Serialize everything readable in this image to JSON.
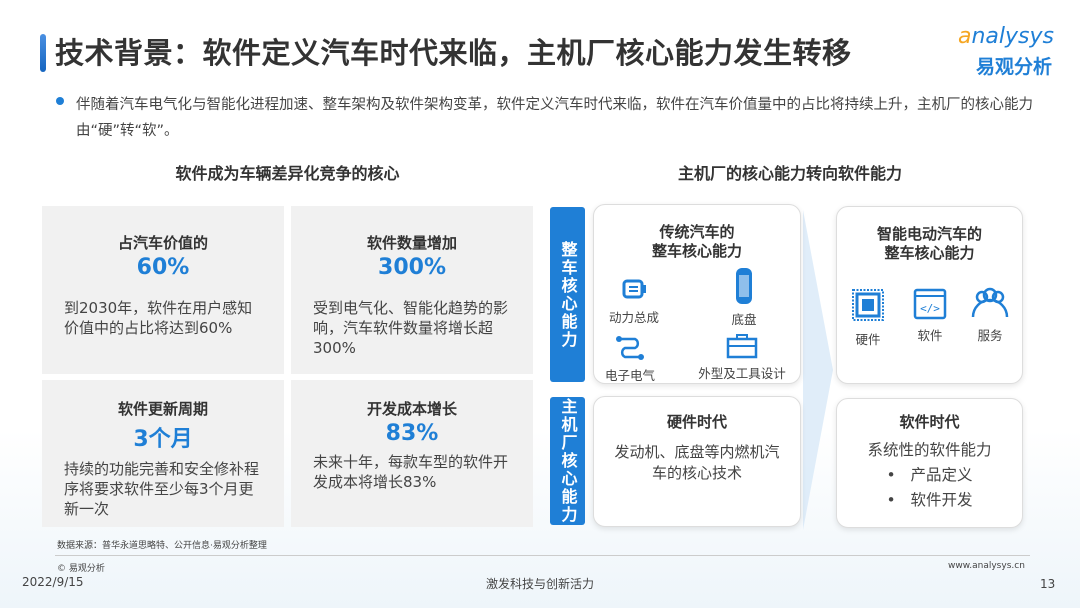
{
  "header": {
    "title": "技术背景：软件定义汽车时代来临，主机厂核心能力发生转移",
    "logo_en": "nalysys",
    "logo_en_prefix": "a",
    "logo_cn": "易观分析"
  },
  "intro": "伴随着汽车电气化与智能化进程加速、整车架构及软件架构变革，软件定义汽车时代来临，软件在汽车价值量中的占比将持续上升，主机厂的核心能力由“硬”转“软”。",
  "left": {
    "heading": "软件成为车辆差异化竞争的核心",
    "boxes": [
      {
        "title": "占汽车价值的",
        "value": "60%",
        "text": "到2030年，软件在用户感知价值中的占比将达到60%"
      },
      {
        "title": "软件数量增加",
        "value": "300%",
        "text": "受到电气化、智能化趋势的影响，汽车软件数量将增长超300%"
      },
      {
        "title": "软件更新周期",
        "value": "3个月",
        "text": "持续的功能完善和安全修补程序将要求软件至少每3个月更新一次"
      },
      {
        "title": "开发成本增长",
        "value": "83%",
        "text": "未来十年，每款车型的软件开发成本将增长83%"
      }
    ]
  },
  "right": {
    "heading": "主机厂的核心能力转向软件能力",
    "tabs": [
      "整车核心能力",
      "主机厂核心能力"
    ],
    "traditional": {
      "title1": "传统汽车的",
      "title2": "整车核心能力",
      "items": [
        "动力总成",
        "底盘",
        "电子电气",
        "外型及工具设计"
      ]
    },
    "smart": {
      "title1": "智能电动汽车的",
      "title2": "整车核心能力",
      "items": [
        "硬件",
        "软件",
        "服务"
      ]
    },
    "hardware_era": {
      "title": "硬件时代",
      "text": "发动机、底盘等内燃机汽车的核心技术"
    },
    "software_era": {
      "title": "软件时代",
      "text": "系统性的软件能力",
      "points": [
        "产品定义",
        "软件开发"
      ]
    }
  },
  "footer": {
    "source": "数据来源：普华永道思略特、公开信息·易观分析整理",
    "copyright": "© 易观分析",
    "website": "www.analysys.cn",
    "date": "2022/9/15",
    "slogan": "激发科技与创新活力",
    "page": "13"
  },
  "colors": {
    "accent": "#1f7fd6",
    "box_bg": "#f1f1f1"
  }
}
